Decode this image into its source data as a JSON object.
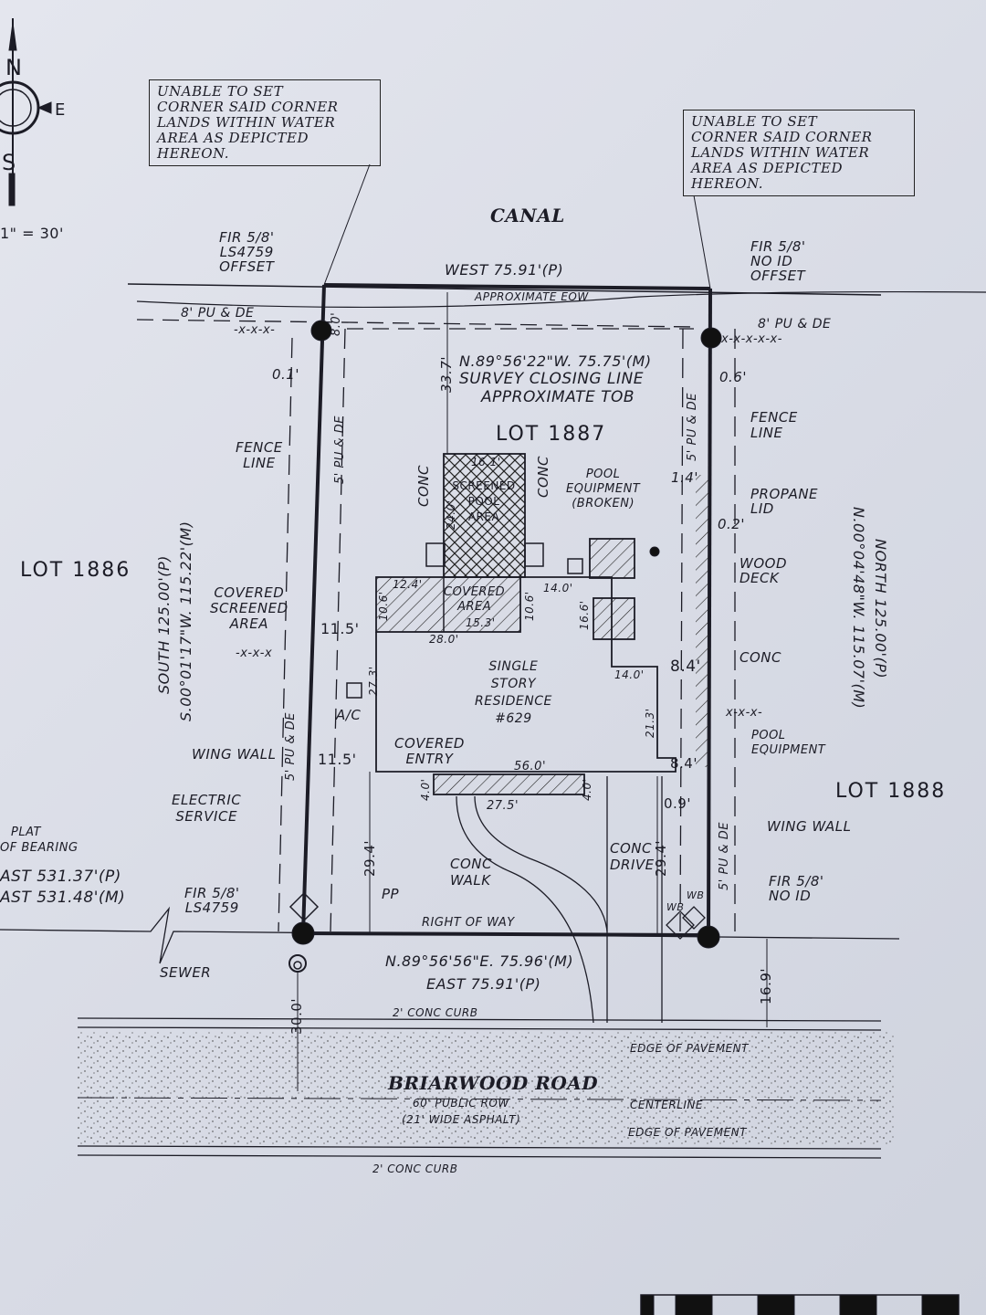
{
  "compass": {
    "n": "N",
    "e": "E",
    "s": "S",
    "scale": "1\" = 30'"
  },
  "notes": {
    "left": [
      "UNABLE TO SET",
      "CORNER SAID CORNER",
      "LANDS WITHIN WATER",
      "AREA AS DEPICTED",
      "HEREON."
    ],
    "right": [
      "UNABLE TO SET",
      "CORNER SAID CORNER",
      "LANDS WITHIN WATER",
      "AREA AS DEPICTED",
      "HEREON."
    ]
  },
  "canal": "CANAL",
  "monuments": {
    "nw": [
      "FIR 5/8'",
      "LS4759",
      "OFFSET"
    ],
    "ne": [
      "FIR 5/8'",
      "NO ID",
      "OFFSET"
    ],
    "sw": [
      "FIR 5/8'",
      "LS4759"
    ],
    "se": [
      "FIR 5/8'",
      "NO ID"
    ]
  },
  "boundaries": {
    "north": "WEST  75.91'(P)",
    "approx_eow": "APPROXIMATE EOW",
    "closing_bearing": "N.89°56'22\"W.   75.75'(M)",
    "closing_line": "SURVEY CLOSING LINE",
    "approx_tob": "APPROXIMATE TOB",
    "west_p": "SOUTH  125.00'(P)",
    "west_m": "S.00°01'17\"W.  115.22'(M)",
    "east_m": "N.00°04'48\"W.  115.07'(M)",
    "east_p": "NORTH  125.00'(P)",
    "south_m": "N.89°56'56\"E.   75.96'(M)",
    "south_p": "EAST  75.91'(P)",
    "right_of_way": "RIGHT OF WAY"
  },
  "easements": {
    "nw": "8' PU & DE",
    "ne": "8' PU & DE",
    "west_upper": "5' PU & DE",
    "west_lower": "5' PU & DE",
    "east_upper": "5' PU & DE",
    "east_lower": "5' PU & DE",
    "fence_nw": "-x-x-x-",
    "fence_ne": "x-x-x-x-x-",
    "fence_w": "-x-x-x",
    "fence_e": "x-x-x-"
  },
  "lots": {
    "main": "LOT 1887",
    "west": "LOT 1886",
    "east": "LOT 1888"
  },
  "dimensions": {
    "d8_0": "8.0'",
    "d0_1": "0.1'",
    "d0_6": "0.6'",
    "d33_7": "33.7'",
    "d1_4": "1.4'",
    "d0_2": "0.2'",
    "d16_1": "16.1'",
    "d24_0": "24.0'",
    "d12_4": "12.4'",
    "d10_6a": "10.6'",
    "d10_6b": "10.6'",
    "d15_3": "15.3'",
    "d28_0": "28.0'",
    "d14_0a": "14.0'",
    "d16_6": "16.6'",
    "d14_0b": "14.0'",
    "d11_5a": "11.5'",
    "d11_5b": "11.5'",
    "d27_3": "27.3'",
    "d21_3": "21.3'",
    "d8_4a": "8.4'",
    "d8_4b": "8.4'",
    "d56_0": "56.0'",
    "d27_5": "27.5'",
    "d4_0a": "4.0'",
    "d4_0b": "4.0'",
    "d0_9": "0.9'",
    "d29_4a": "29.4'",
    "d29_4b": "29.4'",
    "d16_9": "16.9'",
    "d30_0": "30.0'"
  },
  "features": {
    "fence_line_w": [
      "FENCE",
      "LINE"
    ],
    "fence_line_e": [
      "FENCE",
      "LINE"
    ],
    "conc_l": "CONC",
    "conc_r": "CONC",
    "pool": [
      "SCREENED",
      "POOL",
      "AREA"
    ],
    "pool_equipment_broken": [
      "POOL",
      "EQUIPMENT",
      "(BROKEN)"
    ],
    "propane": [
      "PROPANE",
      "LID"
    ],
    "wood_deck": [
      "WOOD",
      "DECK"
    ],
    "covered_screened": [
      "COVERED",
      "SCREENED",
      "AREA"
    ],
    "covered_area": [
      "COVERED",
      "AREA"
    ],
    "residence": [
      "SINGLE",
      "STORY",
      "RESIDENCE",
      "#629"
    ],
    "ac": "A/C",
    "conc_e": "CONC",
    "pool_equipment": [
      "POOL",
      "EQUIPMENT"
    ],
    "wing_wall_w": "WING WALL",
    "wing_wall_e": "WING WALL",
    "covered_entry": [
      "COVERED",
      "ENTRY"
    ],
    "electric": [
      "ELECTRIC",
      "SERVICE"
    ],
    "conc_walk": [
      "CONC",
      "WALK"
    ],
    "conc_drive": [
      "CONC",
      "DRIVE"
    ],
    "pp": "PP",
    "wb1": "WB",
    "wb2": "WB",
    "sewer": "SEWER"
  },
  "plat": {
    "line1": "PLAT",
    "line2": "OF BEARING",
    "p": "AST    531.37'(P)",
    "m": "AST    531.48'(M)"
  },
  "road": {
    "curb_top": "2' CONC CURB",
    "eop_top": "EDGE OF PAVEMENT",
    "name": "BRIARWOOD ROAD",
    "row": "60' PUBLIC ROW",
    "asphalt": "(21' WIDE ASPHALT)",
    "centerline": "CENTERLINE",
    "eop_bottom": "EDGE OF PAVEMENT",
    "curb_bottom": "2' CONC CURB"
  },
  "colors": {
    "ink": "#1c1c26",
    "paper": "#dde0e9"
  }
}
